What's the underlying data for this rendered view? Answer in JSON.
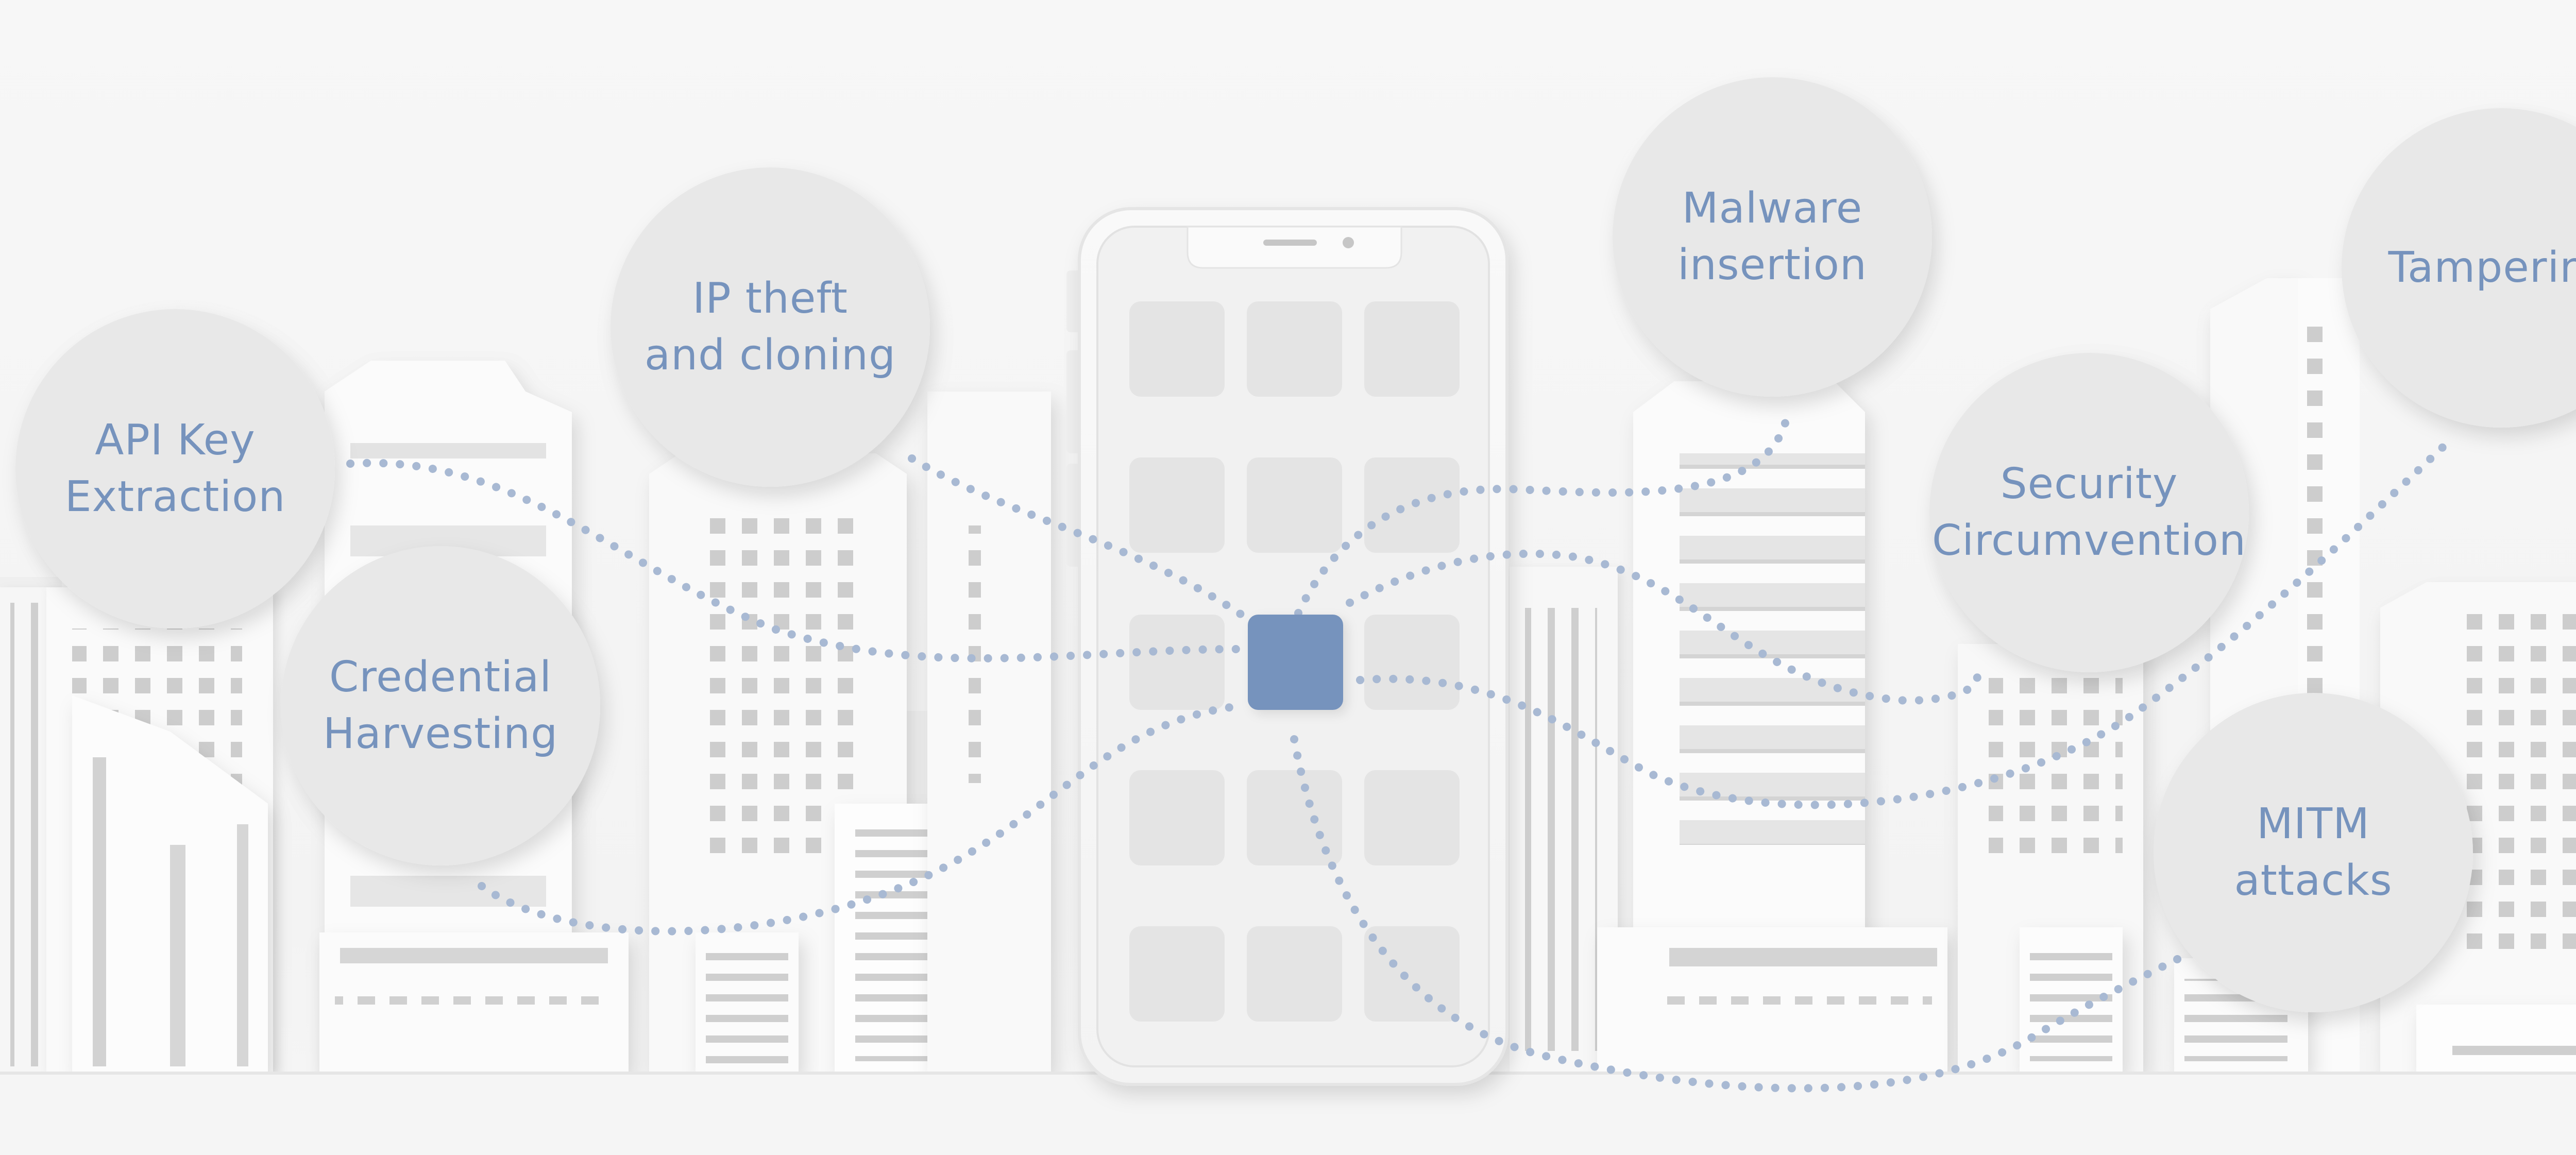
{
  "colors": {
    "accent": "#7693bd",
    "circle_fill": "#e8e8e8",
    "dots": "#a8b9d3",
    "background": "#f4f4f4"
  },
  "threats": [
    {
      "id": "api-key-extraction",
      "lines": [
        "API Key",
        "Extraction"
      ]
    },
    {
      "id": "credential-harvesting",
      "lines": [
        "Credential",
        "Harvesting"
      ]
    },
    {
      "id": "ip-theft",
      "lines": [
        "IP theft",
        "and cloning"
      ]
    },
    {
      "id": "malware-insertion",
      "lines": [
        "Malware",
        "insertion"
      ]
    },
    {
      "id": "tampering",
      "lines": [
        "Tampering"
      ]
    },
    {
      "id": "security-circumvention",
      "lines": [
        "Security",
        "Circumvention"
      ]
    },
    {
      "id": "mitm-attacks",
      "lines": [
        "MITM",
        "attacks"
      ]
    }
  ]
}
